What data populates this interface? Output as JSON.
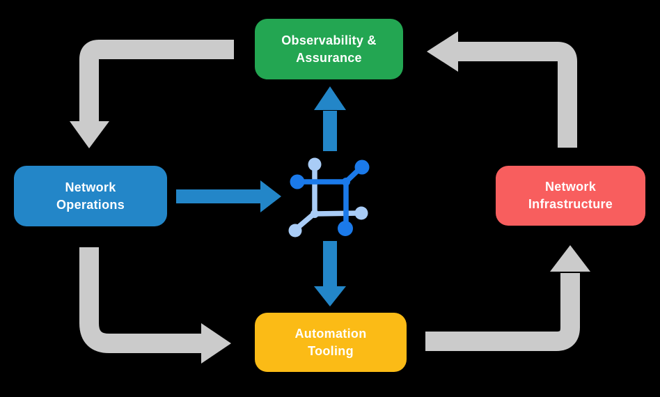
{
  "diagram": {
    "background_color": "#000000",
    "nodes": [
      {
        "id": "observability-assurance",
        "label_line1": "Observability &",
        "label_line2": "Assurance",
        "color": "#23A652"
      },
      {
        "id": "network-operations",
        "label_line1": "Network",
        "label_line2": "Operations",
        "color": "#2386C8"
      },
      {
        "id": "network-infrastructure",
        "label_line1": "Network",
        "label_line2": "Infrastructure",
        "color": "#F85E5E"
      },
      {
        "id": "automation-tooling",
        "label_line1": "Automation",
        "label_line2": "Tooling",
        "color": "#FBBB16"
      }
    ],
    "colors": {
      "cycle_arrow": "#CBCBCB",
      "flow_arrow": "#2386C8",
      "icon_primary": "#1B7AEA",
      "icon_secondary": "#A9CCF6",
      "label_text": "#FFFFFF"
    },
    "center_icon": "network-automation-icon",
    "flows": {
      "cycle": [
        "observability-assurance -> network-operations",
        "network-operations -> automation-tooling",
        "automation-tooling -> network-infrastructure",
        "network-infrastructure -> observability-assurance"
      ],
      "center": [
        "network-operations -> center-icon",
        "center-icon -> observability-assurance",
        "center-icon -> automation-tooling"
      ]
    }
  }
}
